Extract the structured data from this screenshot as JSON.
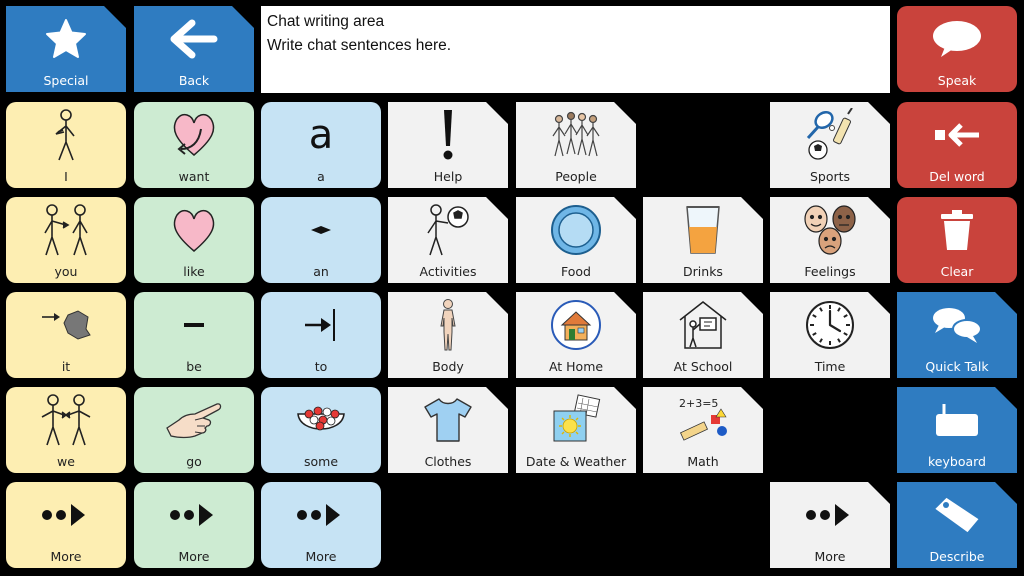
{
  "chat": {
    "title": "Chat writing area",
    "text": "Write chat sentences here."
  },
  "colors": {
    "core_pronoun": "#fdeeb2",
    "core_verb": "#cdebd2",
    "core_article": "#c6e3f4",
    "folder": "#f2f2f2",
    "nav_blue": "#2f7cc1",
    "action_red": "#c9433c"
  },
  "top": {
    "special": {
      "label": "Special",
      "icon": "star-icon"
    },
    "back": {
      "label": "Back",
      "icon": "arrow-left-icon"
    },
    "speak": {
      "label": "Speak",
      "icon": "speech-bubble-icon"
    }
  },
  "col1": [
    {
      "label": "I",
      "icon": "person-pointing-self-icon"
    },
    {
      "label": "you",
      "icon": "person-pointing-other-icon"
    },
    {
      "label": "it",
      "icon": "arrow-to-object-icon"
    },
    {
      "label": "we",
      "icon": "two-people-icon"
    },
    {
      "label": "More",
      "icon": "more-dots-arrow-icon"
    }
  ],
  "col2": [
    {
      "label": "want",
      "icon": "heart-arrow-icon"
    },
    {
      "label": "like",
      "icon": "heart-icon"
    },
    {
      "label": "be",
      "icon": "dash-icon"
    },
    {
      "label": "go",
      "icon": "pointing-hand-icon"
    },
    {
      "label": "More",
      "icon": "more-dots-arrow-icon"
    }
  ],
  "col3": [
    {
      "label": "a",
      "icon": "letter-a-icon",
      "glyph": "a"
    },
    {
      "label": "an",
      "icon": "diamond-dash-icon"
    },
    {
      "label": "to",
      "icon": "arrow-to-line-icon"
    },
    {
      "label": "some",
      "icon": "bowl-of-balls-icon"
    },
    {
      "label": "More",
      "icon": "more-dots-arrow-icon"
    }
  ],
  "folders": {
    "help": {
      "label": "Help",
      "icon": "exclamation-icon"
    },
    "people": {
      "label": "People",
      "icon": "group-of-people-icon"
    },
    "sports": {
      "label": "Sports",
      "icon": "sports-equipment-icon"
    },
    "activities": {
      "label": "Activities",
      "icon": "person-with-ball-icon"
    },
    "food": {
      "label": "Food",
      "icon": "plate-icon"
    },
    "drinks": {
      "label": "Drinks",
      "icon": "glass-of-juice-icon"
    },
    "feelings": {
      "label": "Feelings",
      "icon": "faces-icon"
    },
    "body": {
      "label": "Body",
      "icon": "human-body-icon"
    },
    "athome": {
      "label": "At Home",
      "icon": "house-icon"
    },
    "atschool": {
      "label": "At School",
      "icon": "school-house-icon"
    },
    "time": {
      "label": "Time",
      "icon": "clock-icon"
    },
    "clothes": {
      "label": "Clothes",
      "icon": "t-shirt-icon"
    },
    "dateweather": {
      "label": "Date & Weather",
      "icon": "calendar-sun-icon"
    },
    "math": {
      "label": "Math",
      "icon": "math-symbols-icon",
      "equation": "2+3=5"
    },
    "more": {
      "label": "More",
      "icon": "more-dots-arrow-icon"
    }
  },
  "right": {
    "delword": {
      "label": "Del word",
      "icon": "delete-arrow-icon"
    },
    "clear": {
      "label": "Clear",
      "icon": "trash-can-icon"
    },
    "quicktalk": {
      "label": "Quick Talk",
      "icon": "chat-bubbles-icon"
    },
    "keyboard": {
      "label": "keyboard",
      "icon": "keyboard-icon"
    },
    "describe": {
      "label": "Describe",
      "icon": "tag-icon"
    }
  }
}
